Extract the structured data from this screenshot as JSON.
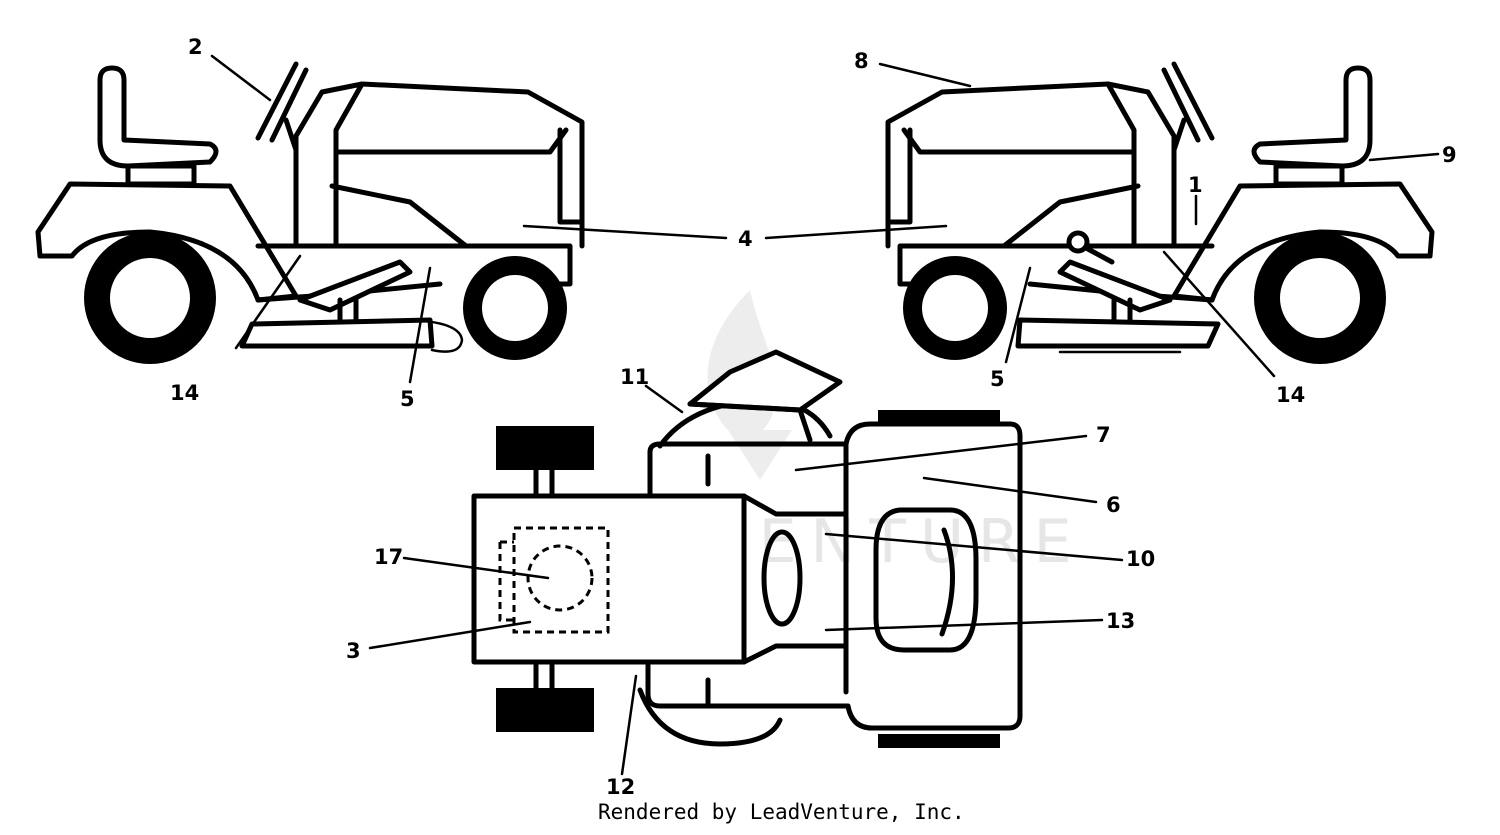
{
  "callouts": {
    "c1": "1",
    "c2": "2",
    "c3": "3",
    "c4": "4",
    "c5_left": "5",
    "c5_right": "5",
    "c6": "6",
    "c7": "7",
    "c8": "8",
    "c9": "9",
    "c10": "10",
    "c11": "11",
    "c12": "12",
    "c13": "13",
    "c14_left": "14",
    "c14_right": "14",
    "c17": "17"
  },
  "watermark": "LEADVENTURE",
  "credit": "Rendered by LeadVenture, Inc.",
  "colors": {
    "line": "#000000",
    "background": "#ffffff",
    "watermark": "#e6e6e6"
  }
}
